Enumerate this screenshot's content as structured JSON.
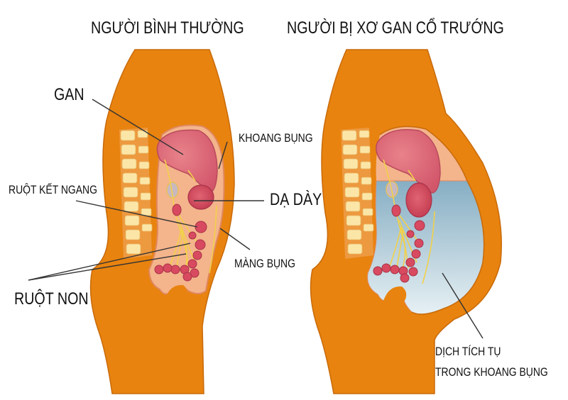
{
  "titles": {
    "left": "NGƯỜI BÌNH THƯỜNG",
    "right": "NGƯỜI BỊ XƠ GAN CỔ TRƯỚNG"
  },
  "labels": {
    "gan": "GAN",
    "khoang_bung": "KHOANG BỤNG",
    "ruot_ket_ngang": "RUỘT KẾT NGANG",
    "da_day": "DẠ DÀY",
    "mang_bung": "MÀNG BỤNG",
    "ruot_non": "RUỘT NON",
    "dich_tich_tu_line1": "DỊCH TÍCH TỤ",
    "dich_tich_tu_line2": "TRONG KHOANG BỤNG"
  },
  "colors": {
    "body": "#E8830F",
    "body_outline": "#C86A0A",
    "cavity": "#F4B48C",
    "liver": "#E0707A",
    "stomach": "#D8505E",
    "intestine": "#D84A60",
    "nerves": "#F2D04A",
    "spine": "#FBE6A8",
    "fluid_top": "#8FB3C6",
    "fluid_bottom": "#E3EEF3"
  }
}
